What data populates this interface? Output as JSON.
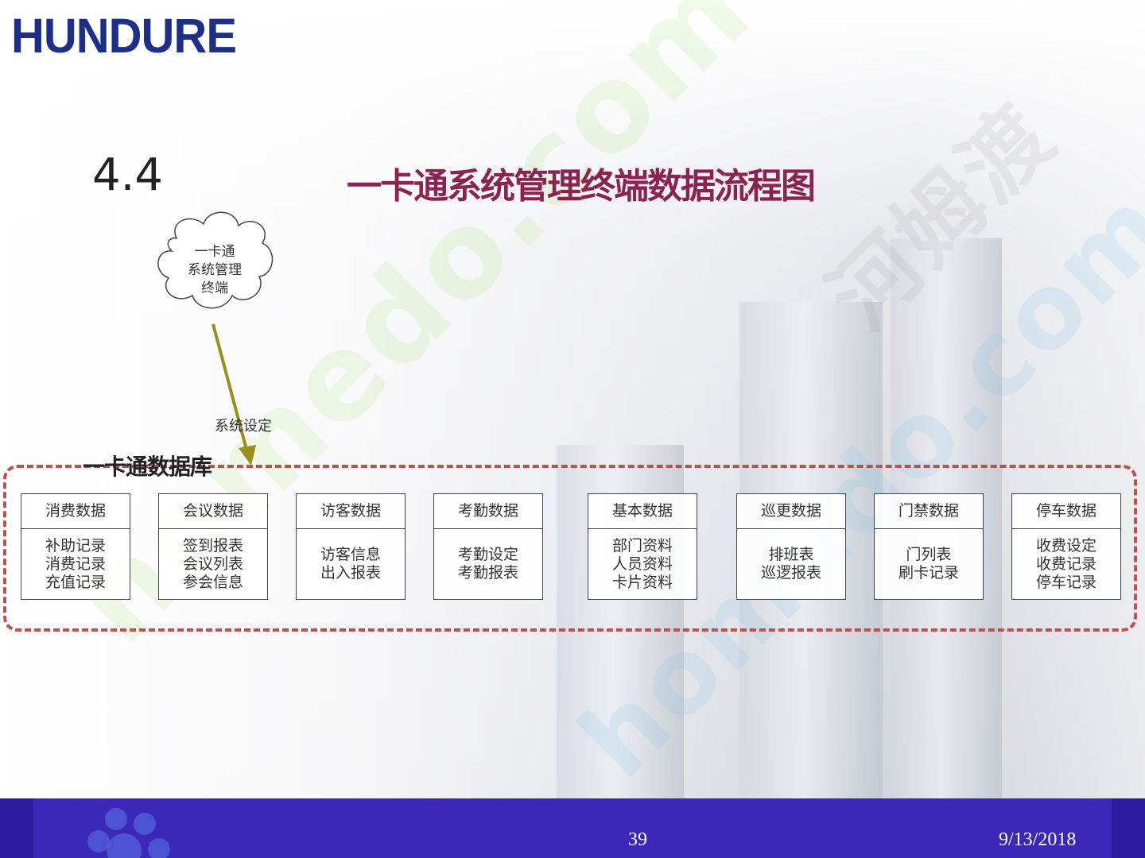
{
  "logo": {
    "text": "HUNDURE"
  },
  "section": {
    "number": "4.4",
    "title": "一卡通系统管理终端数据流程图"
  },
  "source": {
    "lines": [
      "一卡通",
      "系统管理",
      "终端"
    ]
  },
  "arrow": {
    "label": "系统设定"
  },
  "database": {
    "label": "一卡通数据库"
  },
  "categories": [
    {
      "title": "消费数据",
      "items": [
        "补助记录",
        "消费记录",
        "充值记录"
      ]
    },
    {
      "title": "会议数据",
      "items": [
        "签到报表",
        "会议列表",
        "参会信息"
      ]
    },
    {
      "title": "访客数据",
      "items": [
        "访客信息",
        "出入报表"
      ]
    },
    {
      "title": "考勤数据",
      "items": [
        "考勤设定",
        "考勤报表"
      ]
    },
    {
      "title": "基本数据",
      "items": [
        "部门资料",
        "人员资料",
        "卡片资料"
      ]
    },
    {
      "title": "巡更数据",
      "items": [
        "排班表",
        "巡逻报表"
      ]
    },
    {
      "title": "门禁数据",
      "items": [
        "门列表",
        "刷卡记录"
      ]
    },
    {
      "title": "停车数据",
      "items": [
        "收费设定",
        "收费记录",
        "停车记录"
      ]
    }
  ],
  "footer": {
    "page": "39",
    "date": "9/13/2018"
  },
  "watermarks": [
    "homedo.com",
    "河姆渡"
  ],
  "colors": {
    "logo": "#1e2f8a",
    "title": "#8b2350",
    "arrow": "#9a8f1a",
    "dash": "#c0504d",
    "footer": "#3b27b8"
  }
}
